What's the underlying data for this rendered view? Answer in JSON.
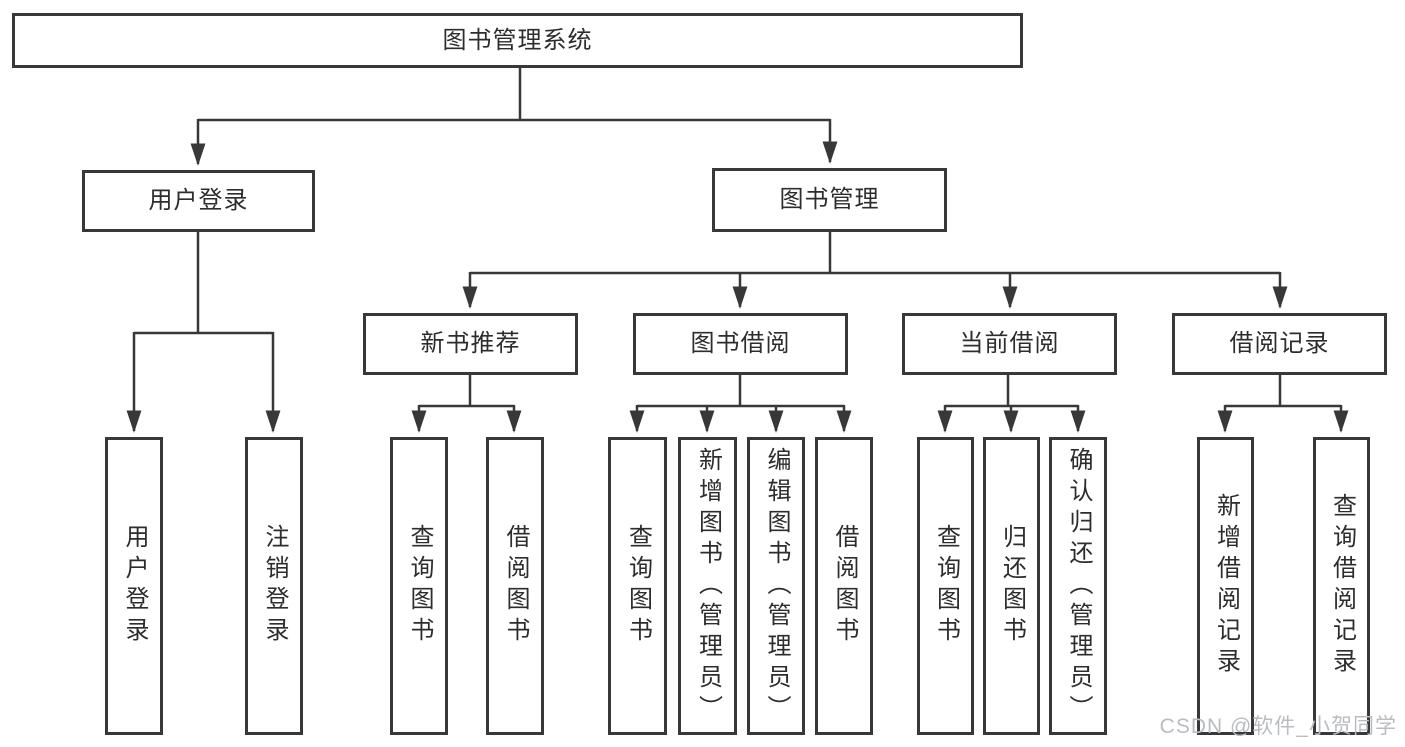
{
  "tree": {
    "label": "图书管理系统",
    "children": [
      {
        "label": "用户登录",
        "children": [
          {
            "label": "用户登录"
          },
          {
            "label": "注销登录"
          }
        ]
      },
      {
        "label": "图书管理",
        "children": [
          {
            "label": "新书推荐",
            "children": [
              {
                "label": "查询图书"
              },
              {
                "label": "借阅图书"
              }
            ]
          },
          {
            "label": "图书借阅",
            "children": [
              {
                "label": "查询图书"
              },
              {
                "label": "新增图书（管理员）"
              },
              {
                "label": "编辑图书（管理员）"
              },
              {
                "label": "借阅图书"
              }
            ]
          },
          {
            "label": "当前借阅",
            "children": [
              {
                "label": "查询图书"
              },
              {
                "label": "归还图书"
              },
              {
                "label": "确认归还（管理员）"
              }
            ]
          },
          {
            "label": "借阅记录",
            "children": [
              {
                "label": "新增借阅记录"
              },
              {
                "label": "查询借阅记录"
              }
            ]
          }
        ]
      }
    ]
  },
  "watermark": {
    "text": "CSDN @软件_小贺同学"
  },
  "colors": {
    "line": "#383838",
    "text": "#2d2d2d",
    "watermark": "#b9bcc1",
    "background": "#ffffff"
  }
}
